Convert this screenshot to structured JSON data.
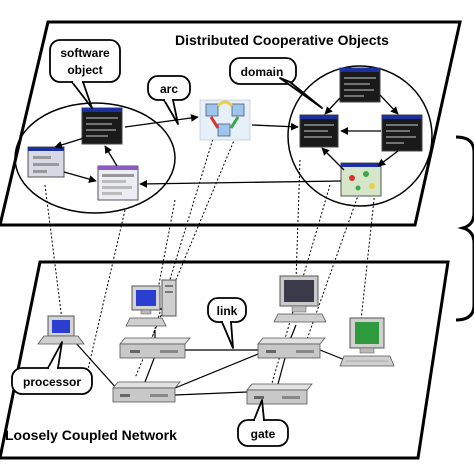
{
  "top_plane": {
    "title": "Distributed Cooperative Objects"
  },
  "bottom_plane": {
    "title": "Loosely Coupled Network"
  },
  "callouts": {
    "software_object_line1": "software",
    "software_object_line2": "object",
    "arc": "arc",
    "domain": "domain",
    "link": "link",
    "processor": "processor",
    "gate": "gate"
  },
  "colors": {
    "plane_stroke": "#000000",
    "screen_dark": "#1a1a1a",
    "window_blue": "#1e2fa0",
    "window_purple": "#8a5cc0",
    "device_gray": "#c8c8c8",
    "green_screen": "#2e9a3c",
    "blue_screen": "#2a3ed0",
    "cube_blue": "#9cc6ee",
    "arrow_yellow": "#e8d04a",
    "arrow_green": "#3aa64a",
    "arrow_red": "#d8302c"
  }
}
